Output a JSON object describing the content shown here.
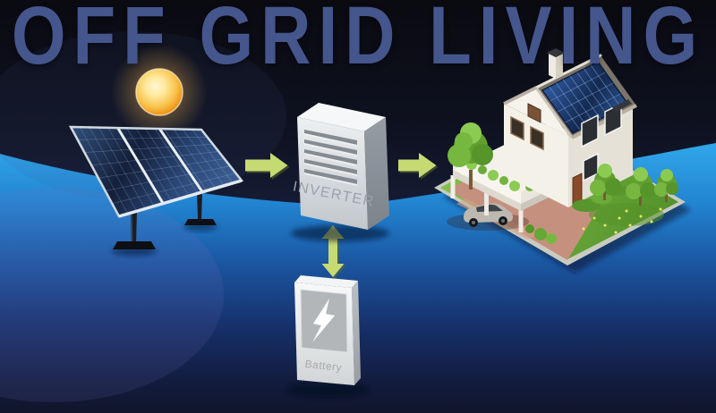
{
  "title": "OFF GRID LIVING",
  "diagram": {
    "inverter_label": "INVERTER",
    "battery_label": "Battery",
    "nodes": [
      "sun",
      "solar-panel",
      "inverter",
      "house",
      "battery"
    ],
    "edges": [
      {
        "from": "solar-panel",
        "to": "inverter",
        "type": "one-way"
      },
      {
        "from": "inverter",
        "to": "house",
        "type": "one-way"
      },
      {
        "from": "inverter",
        "to": "battery",
        "type": "two-way"
      }
    ]
  },
  "colors": {
    "arrow_green": "#c6da73",
    "title_blue": "#45568c",
    "sky_dark": "#0a0a12",
    "water_bright": "#2ba4e8",
    "water_deep": "#0f152b",
    "sun_core": "#fff7d6",
    "sun_edge": "#ee9418"
  }
}
